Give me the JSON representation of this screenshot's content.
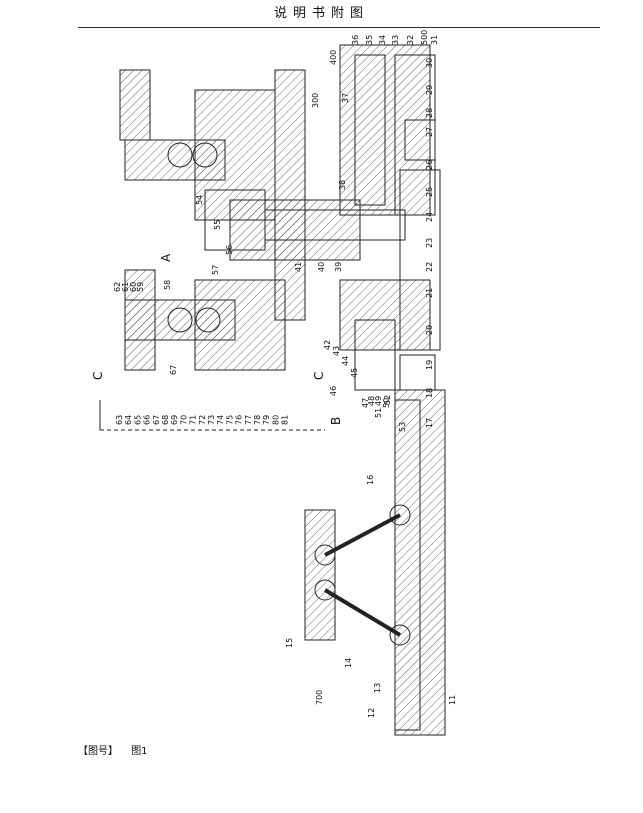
{
  "header": {
    "title": "说明书附图"
  },
  "caption": {
    "tag": "【图号】",
    "figure": "图1"
  },
  "labels_left": [
    "63",
    "64",
    "65",
    "66",
    "67",
    "68",
    "69",
    "70",
    "71",
    "72",
    "73",
    "74",
    "75",
    "76",
    "77",
    "78",
    "79",
    "80",
    "81"
  ],
  "labels_top": [
    "36",
    "35",
    "34",
    "33",
    "32",
    "500",
    "31",
    "30",
    "29",
    "28",
    "27",
    "26",
    "25",
    "24",
    "23",
    "22",
    "21",
    "20",
    "19",
    "18",
    "17"
  ],
  "labels_mid": [
    "400",
    "37",
    "300",
    "38",
    "54",
    "55",
    "56",
    "57",
    "A",
    "41",
    "40",
    "39",
    "62",
    "61",
    "60",
    "59",
    "58",
    "67",
    "42",
    "43",
    "44",
    "45",
    "46",
    "47",
    "48",
    "49",
    "50",
    "51",
    "52",
    "53",
    "B",
    "C",
    "C",
    "16",
    "15",
    "14",
    "13",
    "12",
    "11",
    "700"
  ]
}
